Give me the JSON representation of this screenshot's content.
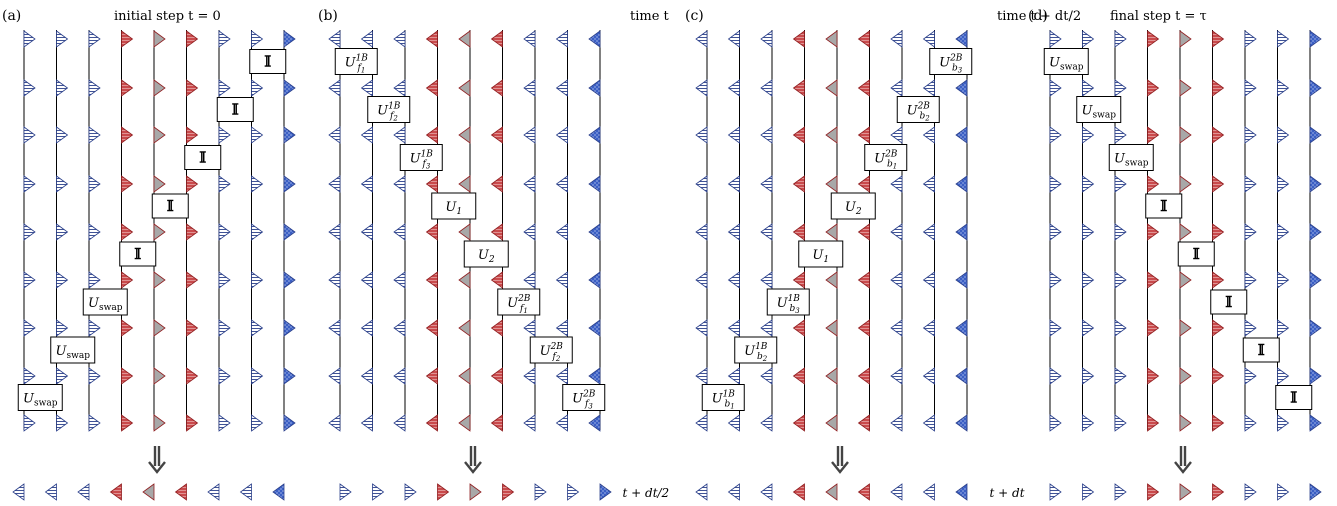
{
  "panels": [
    {
      "id": "a",
      "label": "(a)",
      "header": "initial step t = 0",
      "gates": [
        "𝕀",
        "𝕀",
        "𝕀",
        "𝕀",
        "𝕀",
        "U_swap",
        "U_swap",
        "U_swap"
      ],
      "bottom_label": ""
    },
    {
      "id": "b",
      "label": "(b)",
      "header": "time t",
      "gates": [
        "U_f1^1B",
        "U_f2^1B",
        "U_f3^1B",
        "U_1",
        "U_2",
        "U_f1^2B",
        "U_f2^2B",
        "U_f3^2B"
      ],
      "bottom_label": "t + dt/2"
    },
    {
      "id": "c",
      "label": "(c)",
      "header": "time t + dt/2",
      "gates": [
        "U_b3^2B",
        "U_b2^2B",
        "U_b1^2B",
        "U_2",
        "U_1",
        "U_b3^1B",
        "U_b2^1B",
        "U_b1^1B"
      ],
      "bottom_label": "t + dt"
    },
    {
      "id": "d",
      "label": "(d)",
      "header": "final step t = τ",
      "gates": [
        "U_swap",
        "U_swap",
        "U_swap",
        "𝕀",
        "𝕀",
        "𝕀",
        "𝕀",
        "𝕀"
      ],
      "bottom_label": ""
    }
  ],
  "colors": {
    "red": "#c0393b",
    "blue": "#2f55b8",
    "navy": "#2a3f8a",
    "dark_arrow": "#444444"
  },
  "icons": [
    "triangle-site-icon",
    "down-double-arrow-icon"
  ]
}
